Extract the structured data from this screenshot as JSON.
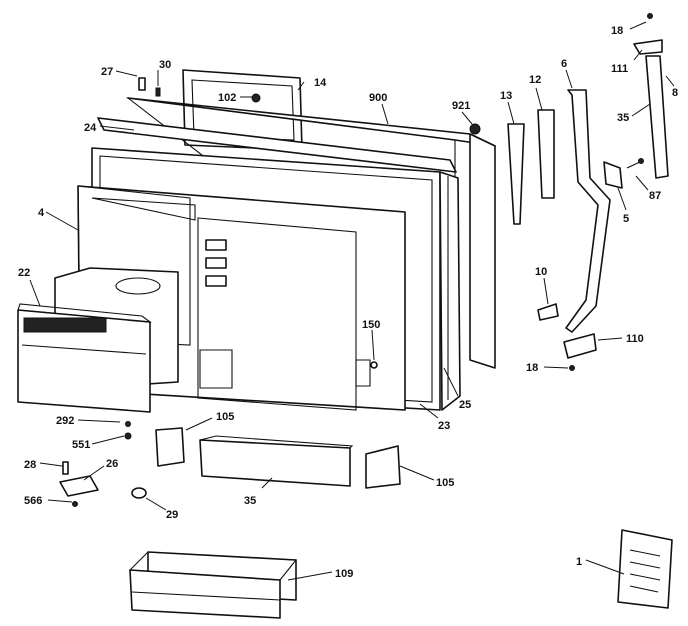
{
  "diagram": {
    "callouts": {
      "c18a": "18",
      "c111": "111",
      "c27": "27",
      "c30": "30",
      "c14": "14",
      "c102": "102",
      "c900": "900",
      "c921": "921",
      "c13": "13",
      "c12": "12",
      "c6": "6",
      "c35a": "35",
      "c8": "8",
      "c24": "24",
      "c87": "87",
      "c5": "5",
      "c4": "4",
      "c22": "22",
      "c10": "10",
      "c150": "150",
      "c110": "110",
      "c18b": "18",
      "c25": "25",
      "c23": "23",
      "c292": "292",
      "c105a": "105",
      "c551": "551",
      "c28": "28",
      "c26": "26",
      "c105b": "105",
      "c566": "566",
      "c35b": "35",
      "c29": "29",
      "c109": "109",
      "c1": "1"
    }
  }
}
